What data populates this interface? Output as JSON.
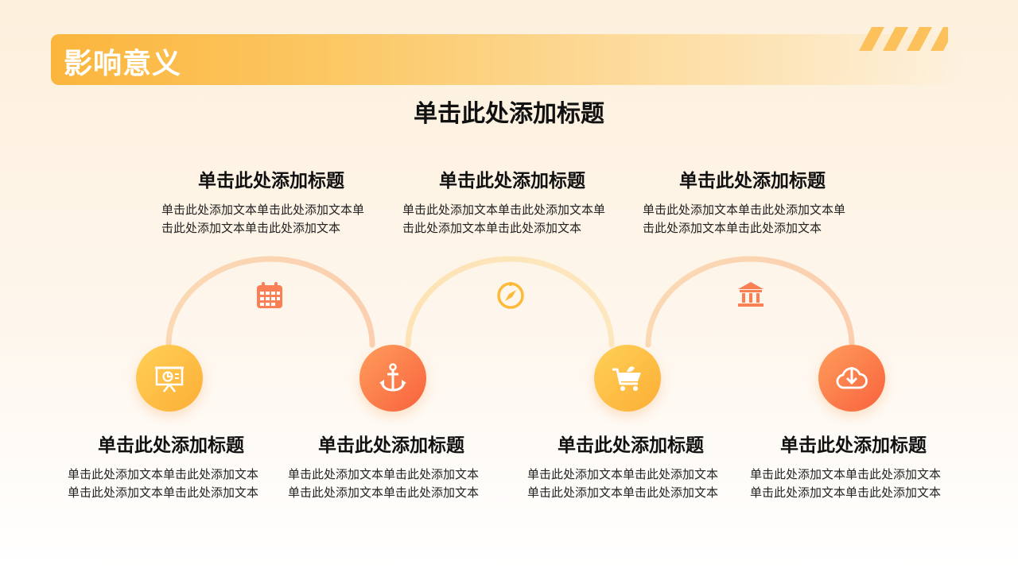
{
  "header": {
    "title": "影响意义"
  },
  "main_title": "单击此处添加标题",
  "top_items": [
    {
      "title": "单击此处添加标题",
      "line1": "单击此处添加文本单击此处添加文本单",
      "line2": "击此处添加文本单击此处添加文本",
      "icon": "calendar-icon"
    },
    {
      "title": "单击此处添加标题",
      "line1": "单击此处添加文本单击此处添加文本单",
      "line2": "击此处添加文本单击此处添加文本",
      "icon": "compass-icon"
    },
    {
      "title": "单击此处添加标题",
      "line1": "单击此处添加文本单击此处添加文本单",
      "line2": "击此处添加文本单击此处添加文本",
      "icon": "bank-icon"
    }
  ],
  "bottom_items": [
    {
      "title": "单击此处添加标题",
      "line1": "单击此处添加文本单击此处添加文本",
      "line2": "单击此处添加文本单击此处添加文本",
      "icon": "presentation-chart-icon"
    },
    {
      "title": "单击此处添加标题",
      "line1": "单击此处添加文本单击此处添加文本",
      "line2": "单击此处添加文本单击此处添加文本",
      "icon": "anchor-icon"
    },
    {
      "title": "单击此处添加标题",
      "line1": "单击此处添加文本单击此处添加文本",
      "line2": "单击此处添加文本单击此处添加文本",
      "icon": "shopping-cart-icon"
    },
    {
      "title": "单击此处添加标题",
      "line1": "单击此处添加文本单击此处添加文本",
      "line2": "单击此处添加文本单击此处添加文本",
      "icon": "cloud-download-icon"
    }
  ],
  "colors": {
    "accent_yellow": "#fcae36",
    "accent_orange": "#f8623e",
    "header": "#fbb53c"
  }
}
